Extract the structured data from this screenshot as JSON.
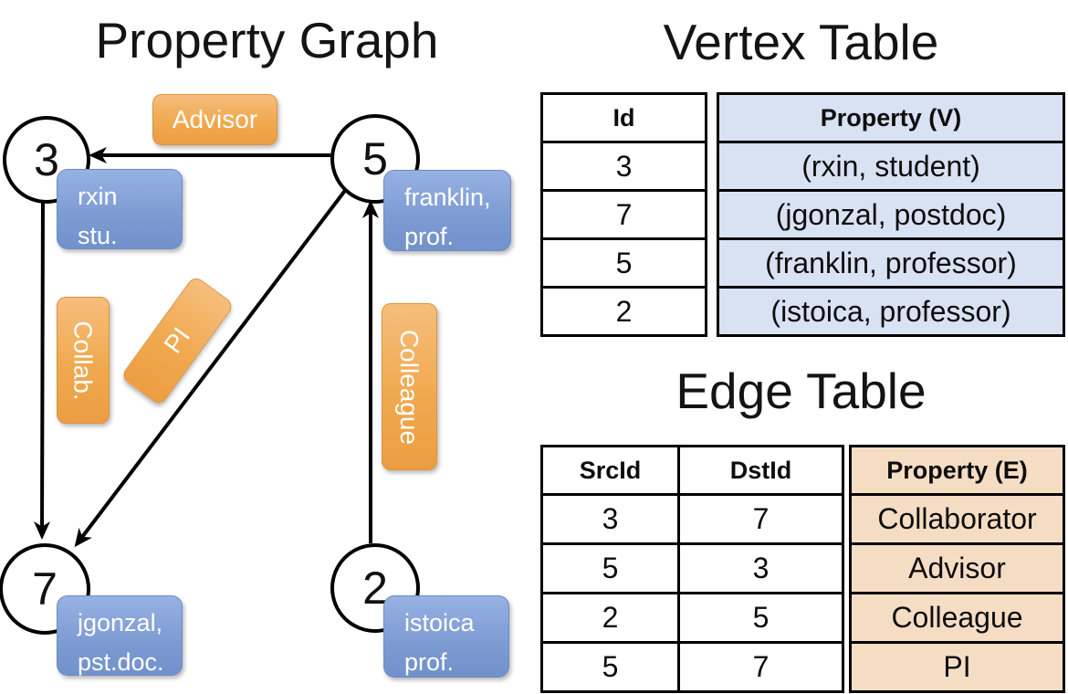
{
  "titles": {
    "property_graph": "Property Graph",
    "vertex_table": "Vertex Table",
    "edge_table": "Edge Table"
  },
  "graph": {
    "nodes": [
      {
        "id": "3",
        "line1": "rxin",
        "line2": "stu."
      },
      {
        "id": "5",
        "line1": "franklin,",
        "line2": "prof."
      },
      {
        "id": "7",
        "line1": "jgonzal,",
        "line2": "pst.doc."
      },
      {
        "id": "2",
        "line1": "istoica",
        "line2": "prof."
      }
    ],
    "edge_labels": {
      "advisor": "Advisor",
      "collaborator": "Collab.",
      "pi": "PI",
      "colleague": "Colleague"
    }
  },
  "vertex_table": {
    "headers": {
      "id": "Id",
      "property": "Property (V)"
    },
    "rows": [
      {
        "id": "3",
        "property": "(rxin, student)"
      },
      {
        "id": "7",
        "property": "(jgonzal, postdoc)"
      },
      {
        "id": "5",
        "property": "(franklin, professor)"
      },
      {
        "id": "2",
        "property": "(istoica, professor)"
      }
    ]
  },
  "edge_table": {
    "headers": {
      "src": "SrcId",
      "dst": "DstId",
      "property": "Property (E)"
    },
    "rows": [
      {
        "src": "3",
        "dst": "7",
        "property": "Collaborator"
      },
      {
        "src": "5",
        "dst": "3",
        "property": "Advisor"
      },
      {
        "src": "2",
        "dst": "5",
        "property": "Colleague"
      },
      {
        "src": "5",
        "dst": "7",
        "property": "PI"
      }
    ]
  },
  "colors": {
    "orange_label_top": "#F6BE7C",
    "orange_label_bottom": "#EC9E41",
    "blue_label_top": "#97B1E2",
    "blue_label_bottom": "#7291CB",
    "vertex_property_fill": "#D9E2F3",
    "edge_property_fill": "#F5DDC4",
    "line": "#000000"
  }
}
